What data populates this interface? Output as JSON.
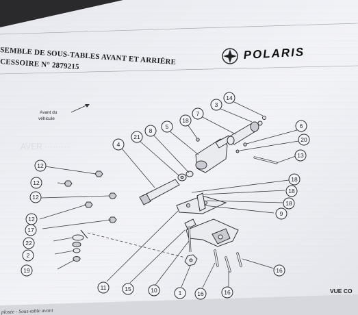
{
  "header": {
    "title_line1": "SEMBLE DE SOUS-TABLES AVANT ET ARRIÈRE",
    "title_line2": "CESSOIRE N° 2879215",
    "brand": "POLARIS"
  },
  "direction_label": {
    "line1": "Avant du",
    "line2": "véhicule"
  },
  "callouts": [
    "14",
    "3",
    "7",
    "18",
    "5",
    "8",
    "21",
    "6",
    "20",
    "13",
    "4",
    "12",
    "12",
    "12",
    "12",
    "17",
    "22",
    "2",
    "19",
    "18",
    "18",
    "18",
    "9",
    "11",
    "15",
    "10",
    "1",
    "16",
    "16",
    "16"
  ],
  "view_label": "VUE CO",
  "footer_text": "plosée - Sous-table avant",
  "colors": {
    "paper": "#eef0f4",
    "background": "#2a2a2c",
    "ink": "#2a2a2e"
  }
}
